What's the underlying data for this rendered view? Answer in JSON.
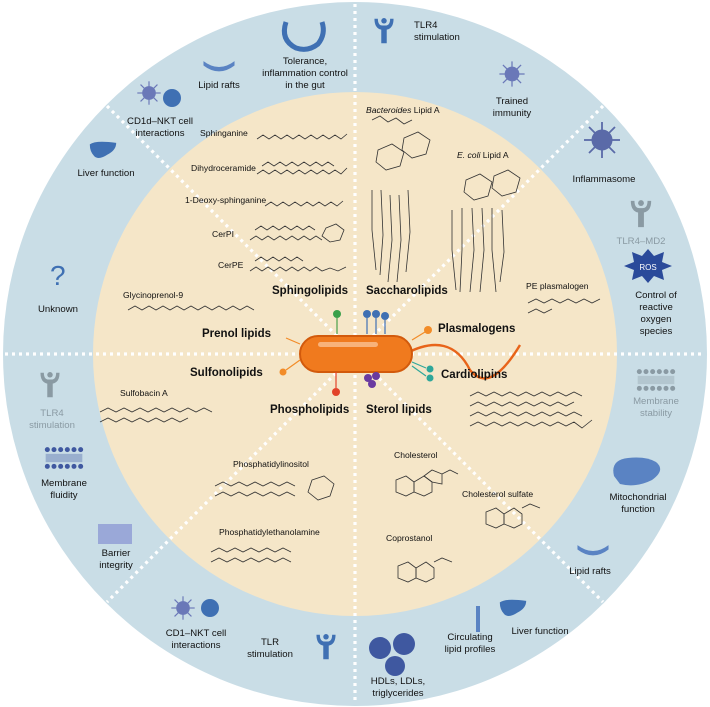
{
  "colors": {
    "outer_ring": "#c9dde6",
    "inner_circle": "#f5e6c8",
    "separator": "#ffffff",
    "icon_blue": "#3f70b3",
    "icon_grey": "#8a9aa3",
    "bacterium": "#f07a1e",
    "bacterium_dark": "#d25a0c"
  },
  "lipid_classes": {
    "sphingolipids": "Sphingolipids",
    "saccharolipids": "Saccharolipids",
    "prenol_lipids": "Prenol lipids",
    "plasmalogens": "Plasmalogens",
    "sulfonolipids": "Sulfonolipids",
    "cardiolipins": "Cardiolipins",
    "phospholipids": "Phospholipids",
    "sterol_lipids": "Sterol lipids"
  },
  "molecules": {
    "sphinganine": "Sphinganine",
    "dihydroceramide": "Dihydroceramide",
    "deoxy_sphinganine": "1-Deoxy-sphinganine",
    "cerpi": "CerPI",
    "cerpe": "CerPE",
    "bacteroides_italic": "Bacteroides",
    "bacteroides_rest": " Lipid A",
    "ecoli_italic": "E. coli",
    "ecoli_rest": " Lipid A",
    "glycinoprenol": "Glycinoprenol-9",
    "pe_plasmalogen": "PE plasmalogen",
    "sulfobacin": "Sulfobacin A",
    "phosphatidylinositol": "Phosphatidylinositol",
    "phosphatidylethanolamine": "Phosphatidylethanolamine",
    "cholesterol": "Cholesterol",
    "cholesterol_sulfate": "Cholesterol sulfate",
    "coprostanol": "Coprostanol"
  },
  "outer_functions": {
    "tolerance": [
      "Tolerance,",
      "inflammation control",
      "in the gut"
    ],
    "lipid_rafts_top": [
      "Lipid rafts"
    ],
    "cd1d_nkt": [
      "CD1d–NKT cell",
      "interactions"
    ],
    "liver_function_top": [
      "Liver function"
    ],
    "unknown": [
      "Unknown"
    ],
    "tlr4_stim_top": [
      "TLR4",
      "stimulation"
    ],
    "trained_immunity": [
      "Trained",
      "immunity"
    ],
    "inflammasome": [
      "Inflammasome"
    ],
    "tlr4_md2": [
      "TLR4–MD2"
    ],
    "ros_control": [
      "Control of",
      "reactive",
      "oxygen",
      "species"
    ],
    "ros_badge": "ROS",
    "membrane_stability": [
      "Membrane",
      "stability"
    ],
    "mitochondrial": [
      "Mitochondrial",
      "function"
    ],
    "lipid_rafts_bottom": [
      "Lipid rafts"
    ],
    "liver_function_bottom": [
      "Liver function"
    ],
    "circulating": [
      "Circulating",
      "lipid profiles"
    ],
    "hdl": [
      "HDLs, LDLs,",
      "triglycerides"
    ],
    "tlr_stim": [
      "TLR",
      "stimulation"
    ],
    "cd1_nkt": [
      "CD1–NKT cell",
      "interactions"
    ],
    "barrier": [
      "Barrier",
      "integrity"
    ],
    "tlr4_stim_left": [
      "TLR4",
      "stimulation"
    ],
    "membrane_fluidity": [
      "Membrane",
      "fluidity"
    ]
  }
}
